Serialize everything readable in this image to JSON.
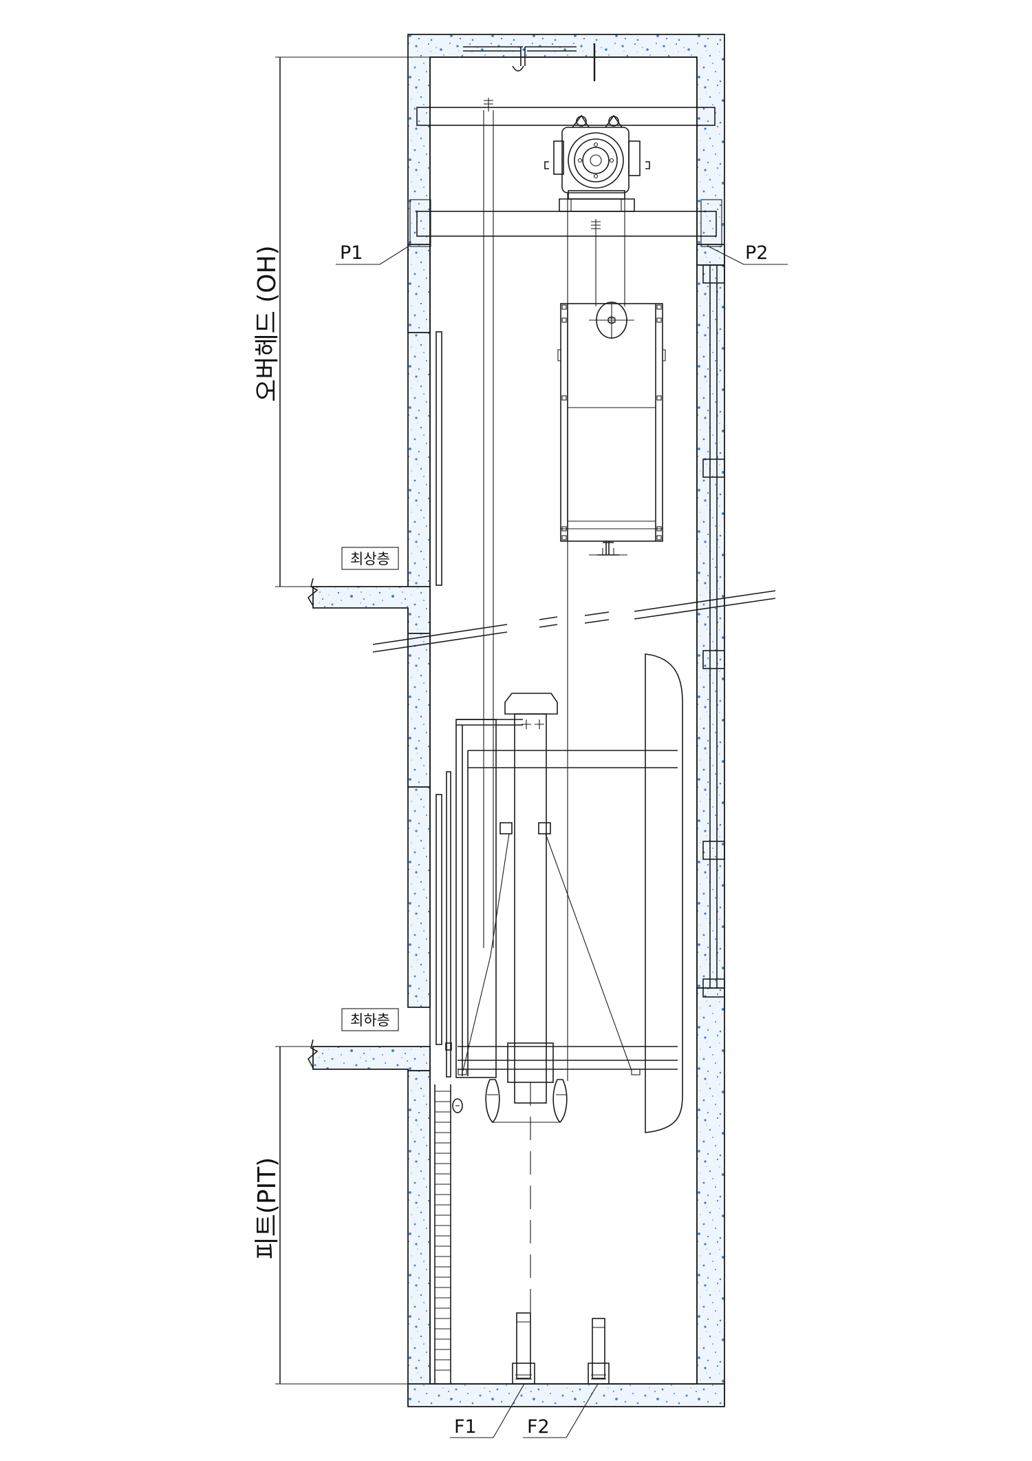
{
  "labels": {
    "overhead": "오버헤드 (OH)",
    "pit": "피트(PIT)",
    "top_floor": "최상층",
    "bottom_floor": "최하층",
    "p1": "P1",
    "p2": "P2",
    "f1": "F1",
    "f2": "F2"
  },
  "colors": {
    "concrete_fill": "#eef5fd",
    "concrete_speck": "#3a7fd6",
    "line": "#1a1a1a"
  }
}
